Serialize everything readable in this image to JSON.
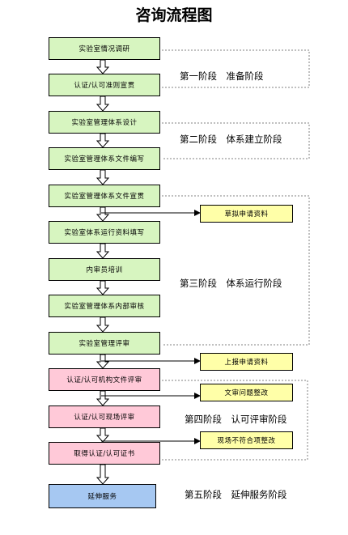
{
  "title": "咨询流程图",
  "main_steps": [
    "实验室情况调研",
    "认证/认可准则宣贯",
    "实验室管理体系设计",
    "实验室管理体系文件编写",
    "实验室管理体系文件宣贯",
    "实验室体系运行资料填写",
    "内审员培训",
    "实验室管理体系内部审核",
    "实验室管理评审",
    "认证/认可机构文件评审",
    "认证/认可现场评审",
    "取得认证/认可证书",
    "延伸服务"
  ],
  "side_steps": [
    "草拟申请资料",
    "上报申请资料",
    "文审问题整改",
    "现场不符合项整改"
  ],
  "stages": [
    "第一阶段　准备阶段",
    "第二阶段　体系建立阶段",
    "第三阶段　体系运行阶段",
    "第四阶段　认可评审阶段",
    "第五阶段　延伸服务阶段"
  ],
  "colors": {
    "prep_box": "#d7f5c0",
    "review_box": "#ffc9d8",
    "service_box": "#a6c8f2",
    "side_box": "#ffffa8",
    "dotted_bracket": "#808080"
  }
}
